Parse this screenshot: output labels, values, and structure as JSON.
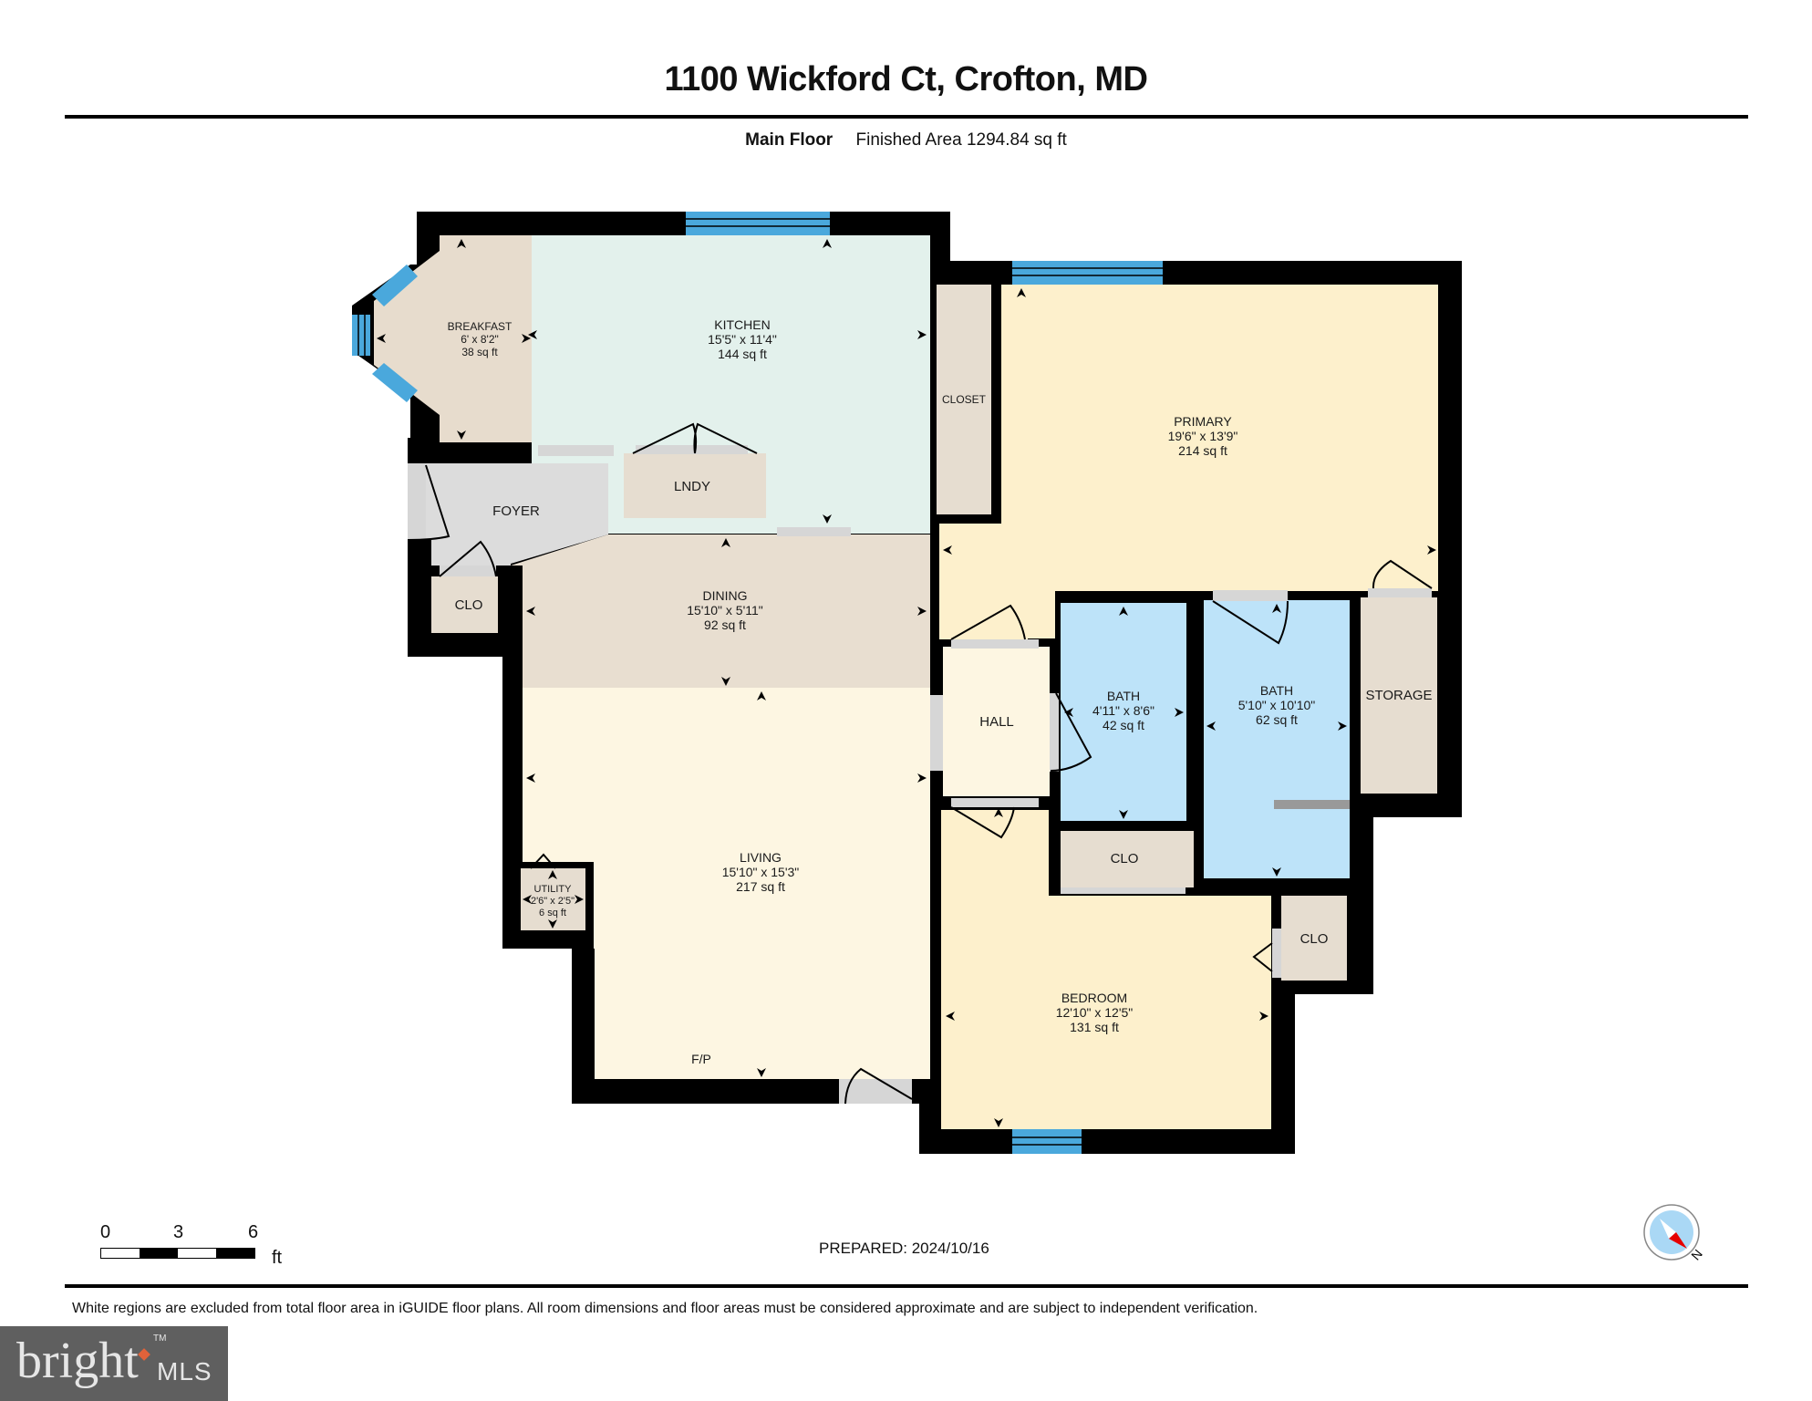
{
  "header": {
    "title": "1100 Wickford Ct, Crofton, MD",
    "floor_label": "Main Floor",
    "finished_area": "Finished Area 1294.84 sq ft"
  },
  "rooms": {
    "breakfast": {
      "name": "BREAKFAST",
      "dims": "6' x 8'2\"",
      "area": "38 sq ft"
    },
    "kitchen": {
      "name": "KITCHEN",
      "dims": "15'5\" x 11'4\"",
      "area": "144 sq ft"
    },
    "closet_primary": {
      "name": "CLOSET"
    },
    "primary": {
      "name": "PRIMARY",
      "dims": "19'6\" x 13'9\"",
      "area": "214 sq ft"
    },
    "foyer": {
      "name": "FOYER"
    },
    "laundry": {
      "name": "LNDY"
    },
    "clo_foyer": {
      "name": "CLO"
    },
    "dining": {
      "name": "DINING",
      "dims": "15'10\" x 5'11\"",
      "area": "92 sq ft"
    },
    "hall": {
      "name": "HALL"
    },
    "bath1": {
      "name": "BATH",
      "dims": "4'11\" x 8'6\"",
      "area": "42 sq ft"
    },
    "bath2": {
      "name": "BATH",
      "dims": "5'10\" x 10'10\"",
      "area": "62 sq ft"
    },
    "storage": {
      "name": "STORAGE"
    },
    "utility": {
      "name": "UTILITY",
      "dims": "2'6\" x 2'5\"",
      "area": "6 sq ft"
    },
    "living": {
      "name": "LIVING",
      "dims": "15'10\" x 15'3\"",
      "area": "217 sq ft"
    },
    "fireplace": {
      "name": "F/P"
    },
    "clo_bath": {
      "name": "CLO"
    },
    "clo_bedroom": {
      "name": "CLO"
    },
    "bedroom": {
      "name": "BEDROOM",
      "dims": "12'10\" x 12'5\"",
      "area": "131 sq ft"
    }
  },
  "colors": {
    "wall": "#000000",
    "window": "#4aa8dc",
    "kitchen": "#e3f1ec",
    "breakfast": "#e7dccd",
    "closet": "#e6ddd0",
    "foyer": "#dcdcdc",
    "dining": "#e8ded0",
    "living": "#fdf6e2",
    "primary": "#fdf0cc",
    "bedroom": "#fdf0cc",
    "hall": "#fdf6e2",
    "bath": "#bde3f9",
    "opening": "#d6d6d6"
  },
  "scale_bar": {
    "ticks": [
      "0",
      "3",
      "6"
    ],
    "unit": "ft"
  },
  "compass": {
    "label": "N"
  },
  "footer": {
    "prepared": "PREPARED: 2024/10/16",
    "disclaimer": "White regions are excluded from total floor area in iGUIDE floor plans. All room dimensions and floor areas must be considered approximate and are subject to independent verification.",
    "logo_main": "bright",
    "logo_suffix": "MLS",
    "logo_tm": "TM"
  }
}
